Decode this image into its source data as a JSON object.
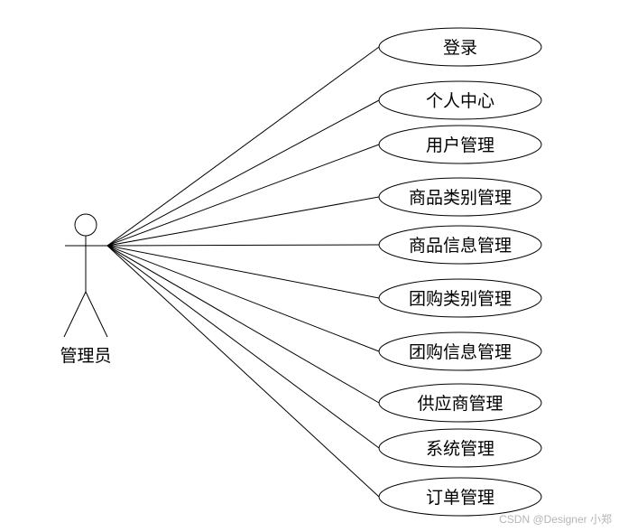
{
  "actor": {
    "label": "管理员"
  },
  "use_cases": [
    {
      "label": "登录"
    },
    {
      "label": "个人中心"
    },
    {
      "label": "用户管理"
    },
    {
      "label": "商品类别管理"
    },
    {
      "label": "商品信息管理"
    },
    {
      "label": "团购类别管理"
    },
    {
      "label": "团购信息管理"
    },
    {
      "label": "供应商管理"
    },
    {
      "label": "系统管理"
    },
    {
      "label": "订单管理"
    }
  ],
  "watermark": "CSDN @Designer 小郑",
  "colors": {
    "stroke": "#000000",
    "background": "#ffffff",
    "watermark": "#b5b5b5"
  }
}
